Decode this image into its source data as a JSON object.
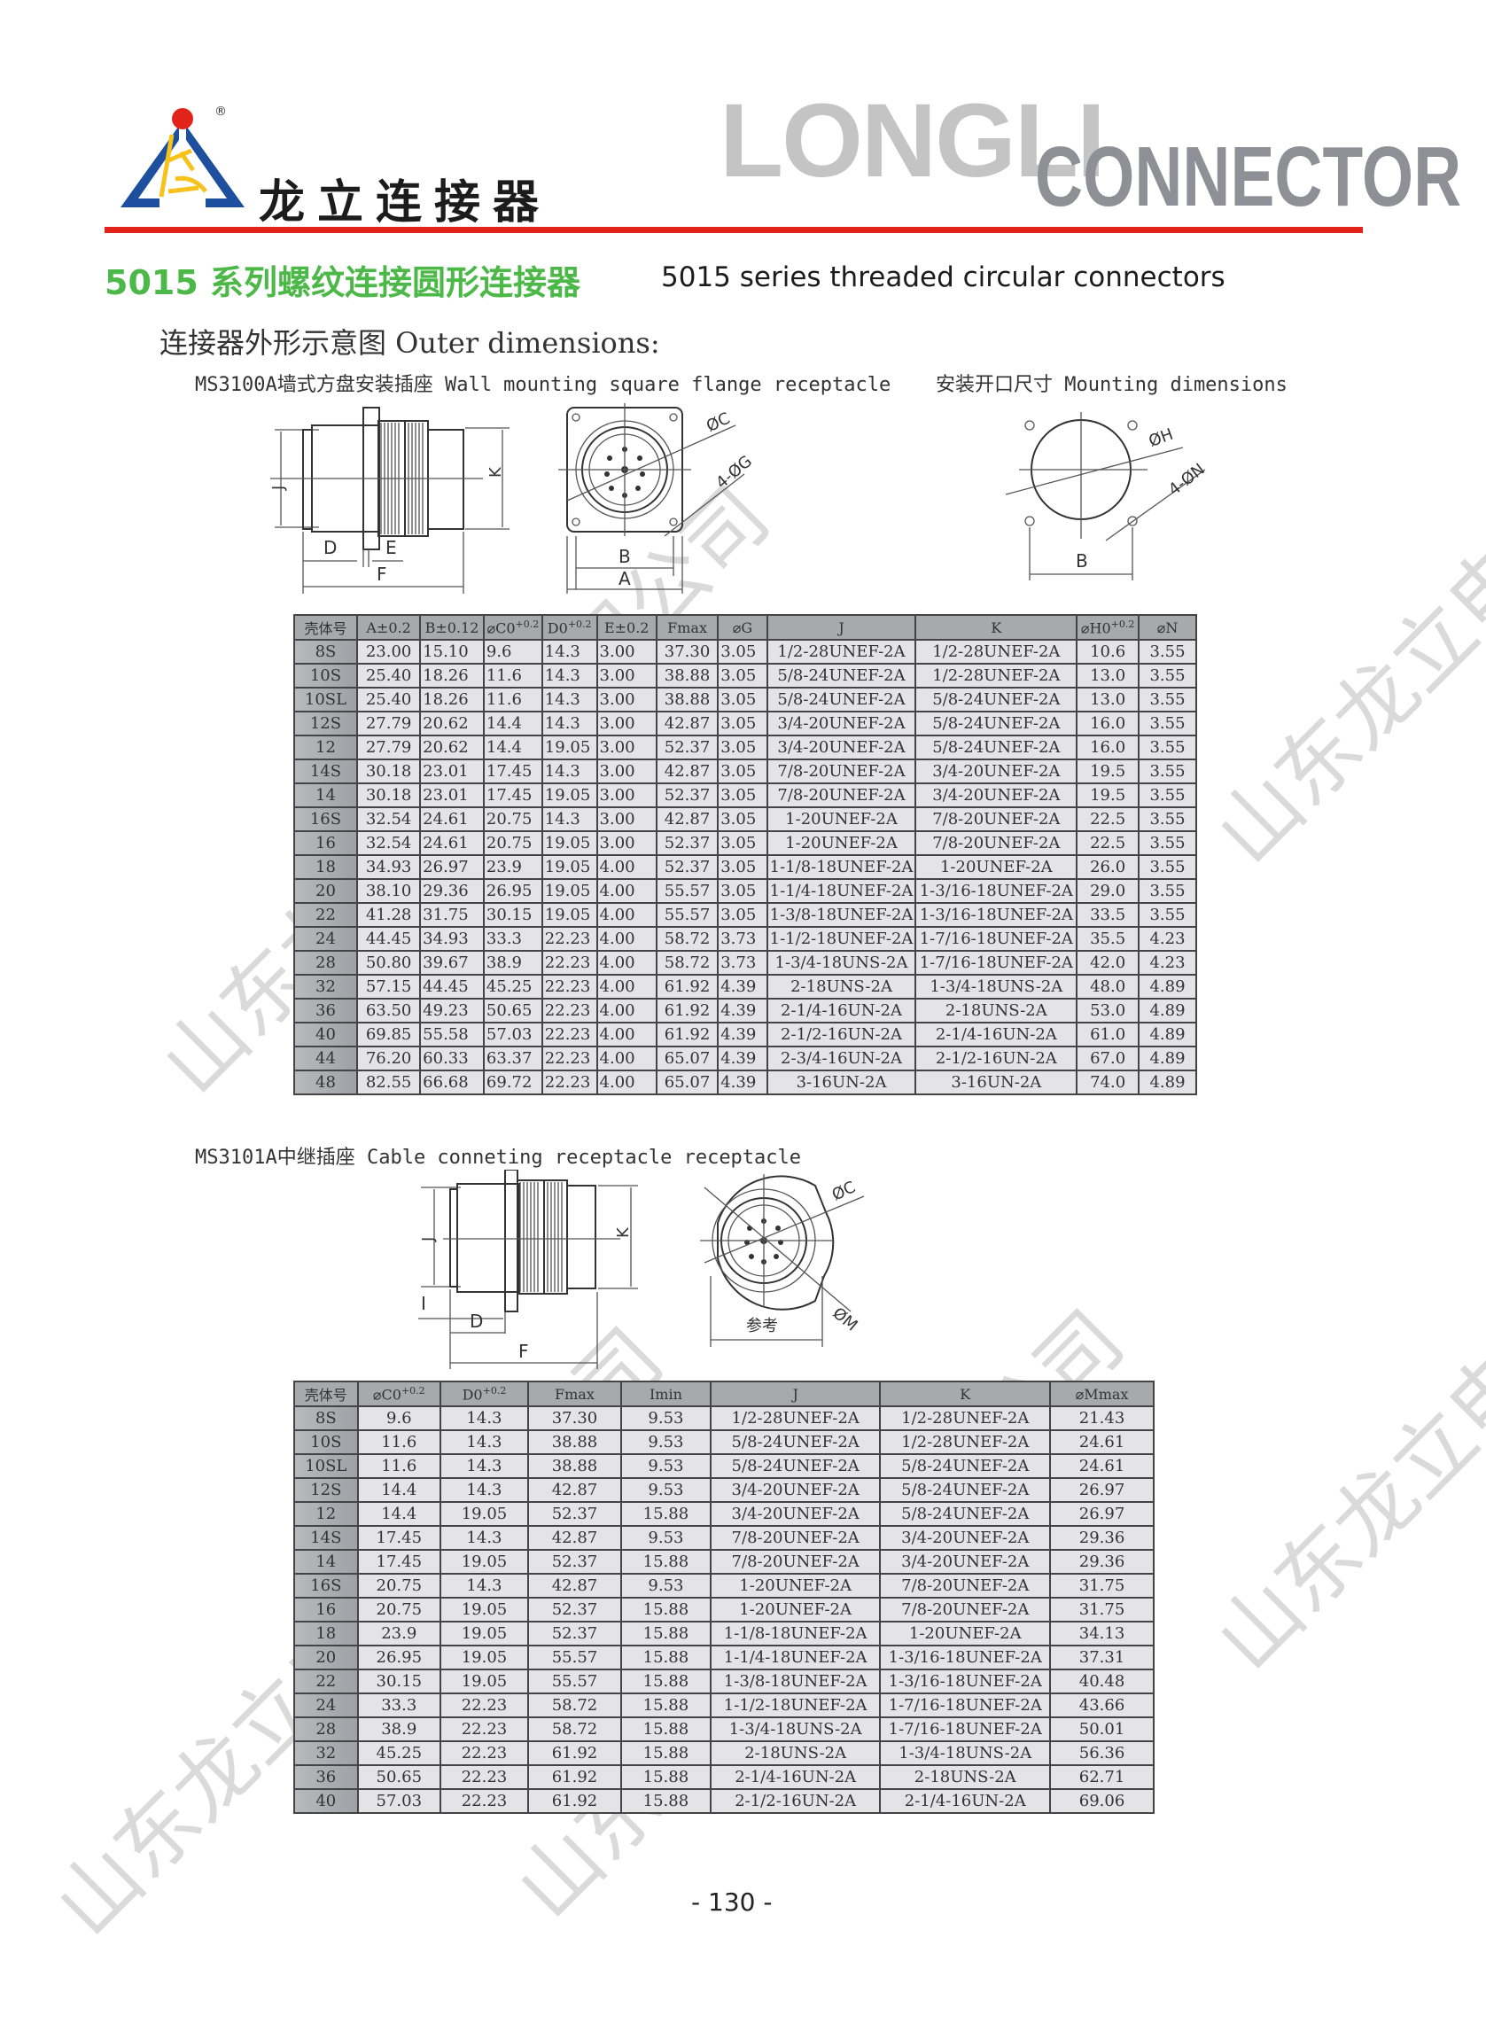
{
  "header": {
    "brand_cn": "龙立连接器",
    "brand_en_1": "LONGLI",
    "brand_en_2": "CONNECTOR",
    "registered_mark": "®",
    "colors": {
      "accent_red": "#e2231a",
      "title_green": "#4cb848",
      "logo_blue": "#1d4f9e",
      "logo_yellow": "#f6c21b"
    }
  },
  "section": {
    "title_cn": "5015 系列螺纹连接圆形连接器",
    "title_en": "5015 series threaded circular connectors",
    "outer_dimensions_label": "连接器外形示意图 Outer dimensions:"
  },
  "part1": {
    "caption": "MS3100A墙式方盘安装插座 Wall mounting square flange receptacle",
    "mount_caption": "安装开口尺寸 Mounting dimensions",
    "diagram_labels": {
      "J": "J",
      "K": "K",
      "D": "D",
      "E": "E",
      "F": "F",
      "B": "B",
      "A": "A",
      "C": "ØC",
      "G": "4-ØG",
      "H": "ØH",
      "N": "4-ØN"
    },
    "table": {
      "headers": [
        "壳体号",
        "A±0.2",
        "B±0.12",
        "⌀C0",
        "D0",
        "E±0.2",
        "Fmax",
        "⌀G",
        "J",
        "K",
        "⌀H0",
        "⌀N"
      ],
      "header_sup": {
        "C": "+0.2",
        "D": "+0.2",
        "H": "+0.2"
      },
      "rows": [
        [
          "8S",
          "23.00",
          "15.10",
          "9.6",
          "14.3",
          "3.00",
          "37.30",
          "3.05",
          "1/2-28UNEF-2A",
          "1/2-28UNEF-2A",
          "10.6",
          "3.55"
        ],
        [
          "10S",
          "25.40",
          "18.26",
          "11.6",
          "14.3",
          "3.00",
          "38.88",
          "3.05",
          "5/8-24UNEF-2A",
          "1/2-28UNEF-2A",
          "13.0",
          "3.55"
        ],
        [
          "10SL",
          "25.40",
          "18.26",
          "11.6",
          "14.3",
          "3.00",
          "38.88",
          "3.05",
          "5/8-24UNEF-2A",
          "5/8-24UNEF-2A",
          "13.0",
          "3.55"
        ],
        [
          "12S",
          "27.79",
          "20.62",
          "14.4",
          "14.3",
          "3.00",
          "42.87",
          "3.05",
          "3/4-20UNEF-2A",
          "5/8-24UNEF-2A",
          "16.0",
          "3.55"
        ],
        [
          "12",
          "27.79",
          "20.62",
          "14.4",
          "19.05",
          "3.00",
          "52.37",
          "3.05",
          "3/4-20UNEF-2A",
          "5/8-24UNEF-2A",
          "16.0",
          "3.55"
        ],
        [
          "14S",
          "30.18",
          "23.01",
          "17.45",
          "14.3",
          "3.00",
          "42.87",
          "3.05",
          "7/8-20UNEF-2A",
          "3/4-20UNEF-2A",
          "19.5",
          "3.55"
        ],
        [
          "14",
          "30.18",
          "23.01",
          "17.45",
          "19.05",
          "3.00",
          "52.37",
          "3.05",
          "7/8-20UNEF-2A",
          "3/4-20UNEF-2A",
          "19.5",
          "3.55"
        ],
        [
          "16S",
          "32.54",
          "24.61",
          "20.75",
          "14.3",
          "3.00",
          "42.87",
          "3.05",
          "1-20UNEF-2A",
          "7/8-20UNEF-2A",
          "22.5",
          "3.55"
        ],
        [
          "16",
          "32.54",
          "24.61",
          "20.75",
          "19.05",
          "3.00",
          "52.37",
          "3.05",
          "1-20UNEF-2A",
          "7/8-20UNEF-2A",
          "22.5",
          "3.55"
        ],
        [
          "18",
          "34.93",
          "26.97",
          "23.9",
          "19.05",
          "4.00",
          "52.37",
          "3.05",
          "1-1/8-18UNEF-2A",
          "1-20UNEF-2A",
          "26.0",
          "3.55"
        ],
        [
          "20",
          "38.10",
          "29.36",
          "26.95",
          "19.05",
          "4.00",
          "55.57",
          "3.05",
          "1-1/4-18UNEF-2A",
          "1-3/16-18UNEF-2A",
          "29.0",
          "3.55"
        ],
        [
          "22",
          "41.28",
          "31.75",
          "30.15",
          "19.05",
          "4.00",
          "55.57",
          "3.05",
          "1-3/8-18UNEF-2A",
          "1-3/16-18UNEF-2A",
          "33.5",
          "3.55"
        ],
        [
          "24",
          "44.45",
          "34.93",
          "33.3",
          "22.23",
          "4.00",
          "58.72",
          "3.73",
          "1-1/2-18UNEF-2A",
          "1-7/16-18UNEF-2A",
          "35.5",
          "4.23"
        ],
        [
          "28",
          "50.80",
          "39.67",
          "38.9",
          "22.23",
          "4.00",
          "58.72",
          "3.73",
          "1-3/4-18UNS-2A",
          "1-7/16-18UNEF-2A",
          "42.0",
          "4.23"
        ],
        [
          "32",
          "57.15",
          "44.45",
          "45.25",
          "22.23",
          "4.00",
          "61.92",
          "4.39",
          "2-18UNS-2A",
          "1-3/4-18UNS-2A",
          "48.0",
          "4.89"
        ],
        [
          "36",
          "63.50",
          "49.23",
          "50.65",
          "22.23",
          "4.00",
          "61.92",
          "4.39",
          "2-1/4-16UN-2A",
          "2-18UNS-2A",
          "53.0",
          "4.89"
        ],
        [
          "40",
          "69.85",
          "55.58",
          "57.03",
          "22.23",
          "4.00",
          "61.92",
          "4.39",
          "2-1/2-16UN-2A",
          "2-1/4-16UN-2A",
          "61.0",
          "4.89"
        ],
        [
          "44",
          "76.20",
          "60.33",
          "63.37",
          "22.23",
          "4.00",
          "65.07",
          "4.39",
          "2-3/4-16UN-2A",
          "2-1/2-16UN-2A",
          "67.0",
          "4.89"
        ],
        [
          "48",
          "82.55",
          "66.68",
          "69.72",
          "22.23",
          "4.00",
          "65.07",
          "4.39",
          "3-16UN-2A",
          "3-16UN-2A",
          "74.0",
          "4.89"
        ]
      ]
    }
  },
  "part2": {
    "caption": "MS3101A中继插座 Cable conneting receptacle receptacle",
    "diagram_labels": {
      "J": "J",
      "K": "K",
      "I": "I",
      "D": "D",
      "F": "F",
      "C": "ØC",
      "M": "ØM",
      "ref": "参考"
    },
    "table": {
      "headers": [
        "壳体号",
        "⌀C0",
        "D0",
        "Fmax",
        "Imin",
        "J",
        "K",
        "⌀Mmax"
      ],
      "header_sup": {
        "C": "+0.2",
        "D": "+0.2"
      },
      "rows": [
        [
          "8S",
          "9.6",
          "14.3",
          "37.30",
          "9.53",
          "1/2-28UNEF-2A",
          "1/2-28UNEF-2A",
          "21.43"
        ],
        [
          "10S",
          "11.6",
          "14.3",
          "38.88",
          "9.53",
          "5/8-24UNEF-2A",
          "1/2-28UNEF-2A",
          "24.61"
        ],
        [
          "10SL",
          "11.6",
          "14.3",
          "38.88",
          "9.53",
          "5/8-24UNEF-2A",
          "5/8-24UNEF-2A",
          "24.61"
        ],
        [
          "12S",
          "14.4",
          "14.3",
          "42.87",
          "9.53",
          "3/4-20UNEF-2A",
          "5/8-24UNEF-2A",
          "26.97"
        ],
        [
          "12",
          "14.4",
          "19.05",
          "52.37",
          "15.88",
          "3/4-20UNEF-2A",
          "5/8-24UNEF-2A",
          "26.97"
        ],
        [
          "14S",
          "17.45",
          "14.3",
          "42.87",
          "9.53",
          "7/8-20UNEF-2A",
          "3/4-20UNEF-2A",
          "29.36"
        ],
        [
          "14",
          "17.45",
          "19.05",
          "52.37",
          "15.88",
          "7/8-20UNEF-2A",
          "3/4-20UNEF-2A",
          "29.36"
        ],
        [
          "16S",
          "20.75",
          "14.3",
          "42.87",
          "9.53",
          "1-20UNEF-2A",
          "7/8-20UNEF-2A",
          "31.75"
        ],
        [
          "16",
          "20.75",
          "19.05",
          "52.37",
          "15.88",
          "1-20UNEF-2A",
          "7/8-20UNEF-2A",
          "31.75"
        ],
        [
          "18",
          "23.9",
          "19.05",
          "52.37",
          "15.88",
          "1-1/8-18UNEF-2A",
          "1-20UNEF-2A",
          "34.13"
        ],
        [
          "20",
          "26.95",
          "19.05",
          "55.57",
          "15.88",
          "1-1/4-18UNEF-2A",
          "1-3/16-18UNEF-2A",
          "37.31"
        ],
        [
          "22",
          "30.15",
          "19.05",
          "55.57",
          "15.88",
          "1-3/8-18UNEF-2A",
          "1-3/16-18UNEF-2A",
          "40.48"
        ],
        [
          "24",
          "33.3",
          "22.23",
          "58.72",
          "15.88",
          "1-1/2-18UNEF-2A",
          "1-7/16-18UNEF-2A",
          "43.66"
        ],
        [
          "28",
          "38.9",
          "22.23",
          "58.72",
          "15.88",
          "1-3/4-18UNS-2A",
          "1-7/16-18UNEF-2A",
          "50.01"
        ],
        [
          "32",
          "45.25",
          "22.23",
          "61.92",
          "15.88",
          "2-18UNS-2A",
          "1-3/4-18UNS-2A",
          "56.36"
        ],
        [
          "36",
          "50.65",
          "22.23",
          "61.92",
          "15.88",
          "2-1/4-16UN-2A",
          "2-18UNS-2A",
          "62.71"
        ],
        [
          "40",
          "57.03",
          "22.23",
          "61.92",
          "15.88",
          "2-1/2-16UN-2A",
          "2-1/4-16UN-2A",
          "69.06"
        ]
      ]
    }
  },
  "footer": {
    "page_number": "- 130 -"
  },
  "watermark": {
    "text": "山东龙立电子有限公司"
  }
}
